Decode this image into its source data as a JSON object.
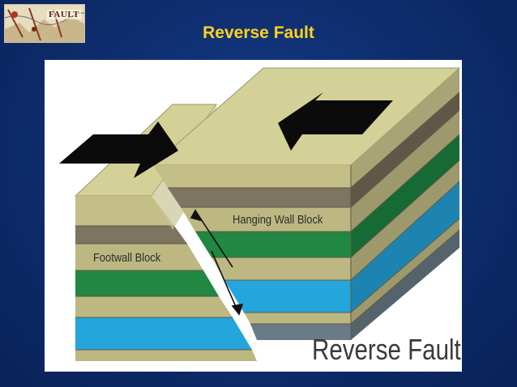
{
  "slide": {
    "title": "Reverse Fault",
    "logo_text": "FAULT"
  },
  "diagram": {
    "label_hanging_wall": "Hanging Wall Block",
    "label_footwall": "Footwall Block",
    "label_fault_type": "Reverse Fault"
  },
  "colors": {
    "background": "#0e2c6c",
    "title": "#ffd21a",
    "tan_top": "#d3d197",
    "tan_layer": "#bdb882",
    "gray_layer": "#7a7160",
    "green_layer": "#218743",
    "blue_layer": "#24a5dc",
    "arrow": "#0b0b0b"
  }
}
